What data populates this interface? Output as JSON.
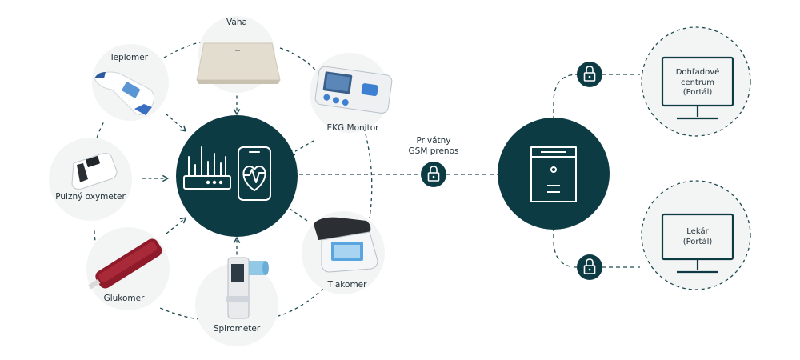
{
  "devices": {
    "vaha": "Váha",
    "teplomer": "Teplomer",
    "ekg": "EKG Monitor",
    "oxymeter": "Pulzný oxymeter",
    "glukomer": "Glukomer",
    "spirometer": "Spirometer",
    "tlakomer": "Tlakomer"
  },
  "transfer": {
    "line1": "Privátny",
    "line2": "GSM prenos"
  },
  "portals": {
    "center": [
      "Dohľadové",
      "centrum",
      "(Portál)"
    ],
    "doctor": [
      "Lekár",
      "(Portál)"
    ]
  },
  "colors": {
    "primary": "#0d3b44",
    "device_bg": "#f3f4f4",
    "dash": "#1e4a52",
    "text": "#1e2f36"
  }
}
